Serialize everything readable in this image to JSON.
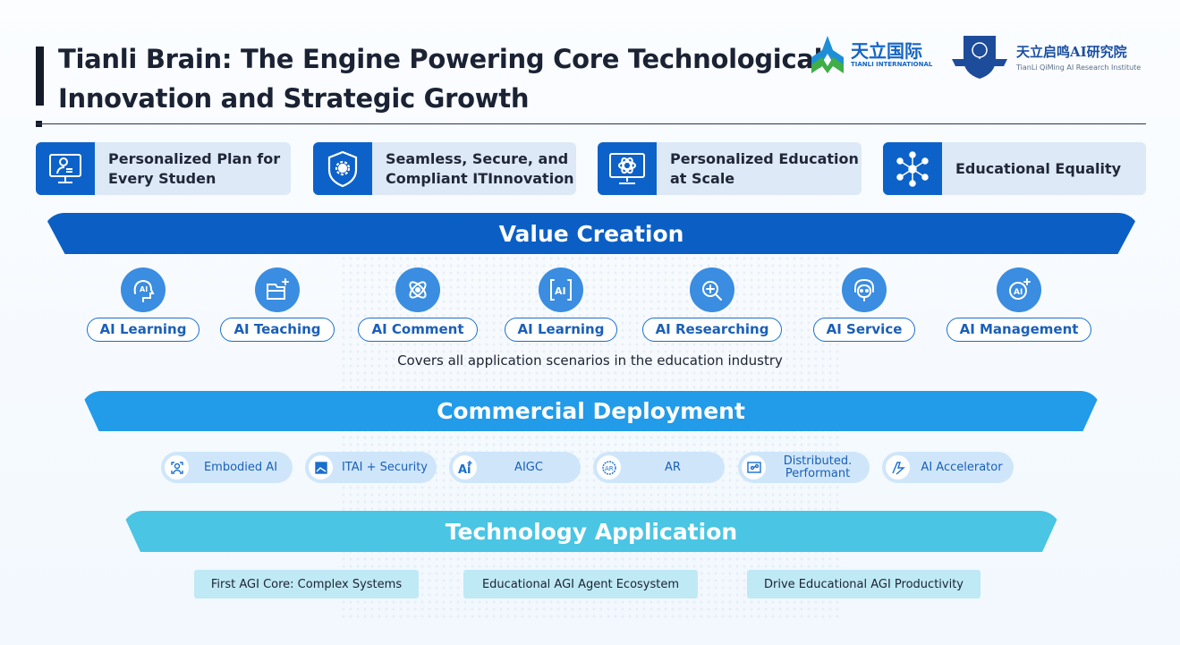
{
  "header": {
    "title_line1": "Tianli Brain: The Engine Powering Core Technological",
    "title_line2": "Innovation and Strategic Growth"
  },
  "logos": {
    "tianli_cn": "天立国际",
    "tianli_en": "TIANLI INTERNATIONAL",
    "institute_cn": "天立启鸣AI研究院",
    "institute_en": "TianLi QiMing AI Research Institute"
  },
  "features": [
    {
      "icon": "student-monitor-icon",
      "line1": "Personalized Plan for",
      "line2": "Every Studen"
    },
    {
      "icon": "shield-gear-icon",
      "line1": "Seamless, Secure, and",
      "line2": "Compliant ITInnovation"
    },
    {
      "icon": "monitor-atom-icon",
      "line1": "Personalized Education",
      "line2": "at Scale"
    },
    {
      "icon": "network-icon",
      "line1": "Educational Equality",
      "line2": ""
    }
  ],
  "value_creation": {
    "title": "Value Creation",
    "items": [
      {
        "icon": "ai-head-icon",
        "label": "AI Learning"
      },
      {
        "icon": "folder-sparkle-icon",
        "label": "AI Teaching"
      },
      {
        "icon": "atom-icon",
        "label": "AI Comment"
      },
      {
        "icon": "ai-bracket-icon",
        "label": "AI Learning"
      },
      {
        "icon": "search-sparkle-icon",
        "label": "AI Researching"
      },
      {
        "icon": "headset-icon",
        "label": "AI Service"
      },
      {
        "icon": "ai-sparkle-icon",
        "label": "AI Management"
      }
    ],
    "caption": "Covers all application scenarios in the education industry"
  },
  "commercial": {
    "title": "Commercial Deployment",
    "items": [
      {
        "icon": "person-scan-icon",
        "label": "Embodied AI"
      },
      {
        "icon": "image-icon",
        "label": "ITAI + Security"
      },
      {
        "icon": "ai-plus-icon",
        "label": "AIGC"
      },
      {
        "icon": "ar-icon",
        "label": "AR"
      },
      {
        "icon": "distributed-icon",
        "label": "Distributed. Performant"
      },
      {
        "icon": "accelerator-icon",
        "label": "AI Accelerator"
      }
    ]
  },
  "technology": {
    "title": "Technology Application",
    "items": [
      "First AGI Core: Complex Systems",
      "Educational AGI Agent Ecosystem",
      "Drive Educational AGI Productivity"
    ]
  },
  "colors": {
    "primary": "#0b5fc4",
    "secondary": "#229be9",
    "tertiary": "#4ac5e3"
  }
}
